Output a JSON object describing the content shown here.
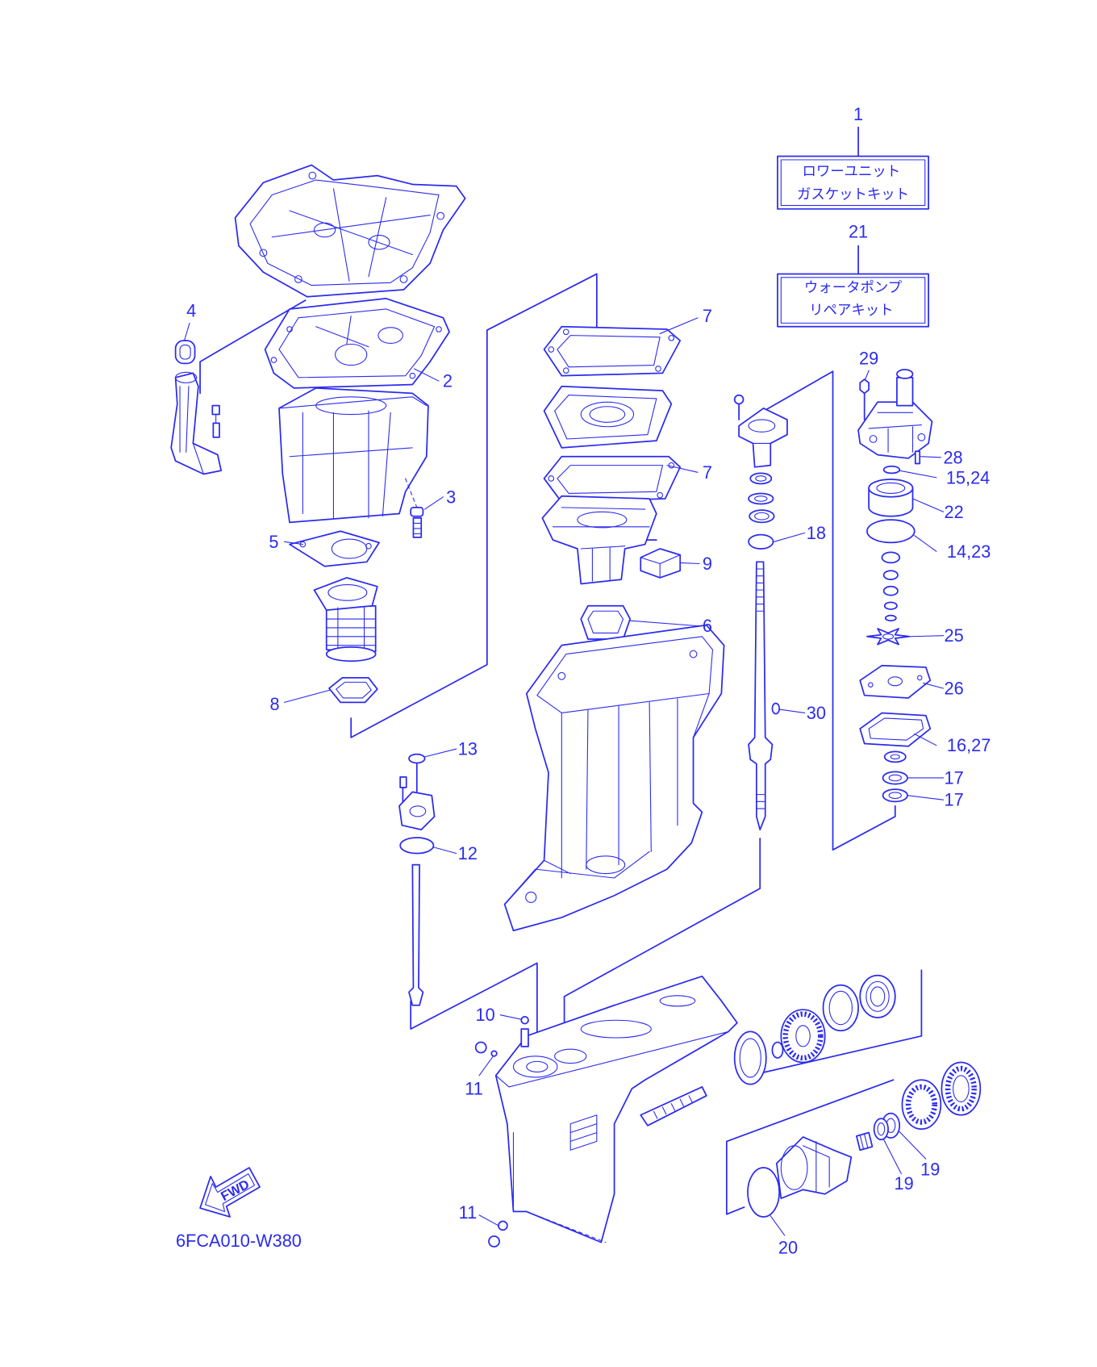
{
  "colors": {
    "ink": "#2b2bf0",
    "paper": "#ffffff"
  },
  "kits": [
    {
      "number": "1",
      "lines": [
        "ロワーユニット",
        "ガスケットキット"
      ]
    },
    {
      "number": "21",
      "lines": [
        "ウォータポンプ",
        "リペアキット"
      ]
    }
  ],
  "callouts": [
    "4",
    "7",
    "29",
    "2",
    "28",
    "15,24",
    "7",
    "3",
    "22",
    "18",
    "5",
    "14,23",
    "9",
    "6",
    "25",
    "26",
    "8",
    "30",
    "16,27",
    "13",
    "17",
    "17",
    "12",
    "10",
    "11",
    "19",
    "19",
    "11",
    "20"
  ],
  "fwd_label": "FWD",
  "drawing_code": "6FCA010-W380"
}
